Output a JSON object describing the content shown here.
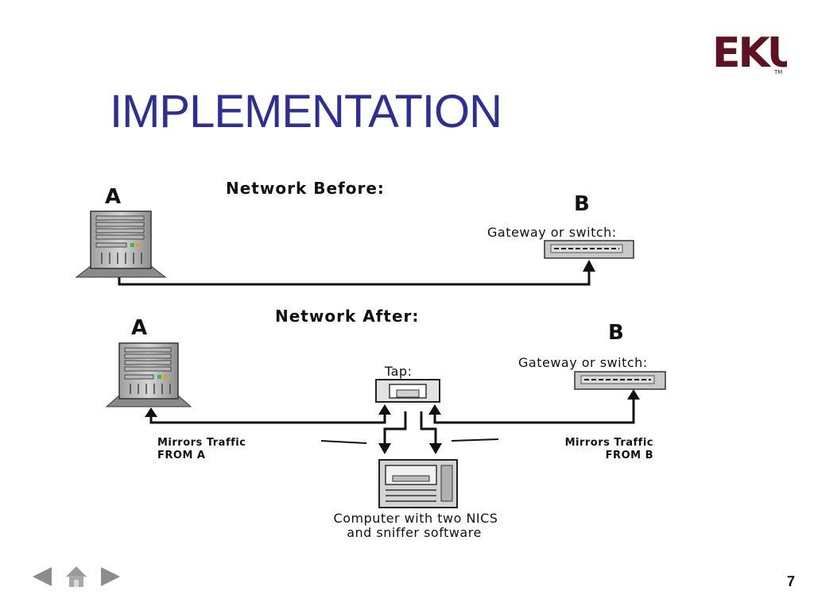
{
  "slide": {
    "title": "IMPLEMENTATION",
    "page_number": "7",
    "logo_text": "EKU",
    "logo_tm": "TM"
  },
  "diagram": {
    "before": {
      "heading": "Network Before:",
      "node_a_label": "A",
      "node_b_label": "B",
      "gateway_label": "Gateway or switch:"
    },
    "after": {
      "heading": "Network After:",
      "node_a_label": "A",
      "node_b_label": "B",
      "gateway_label": "Gateway or switch:",
      "tap_label": "Tap:",
      "mirror_a_line1": "Mirrors Traffic",
      "mirror_a_line2": "FROM A",
      "mirror_b_line1": "Mirrors Traffic",
      "mirror_b_line2": "FROM B",
      "sniffer_line1": "Computer with two NICS",
      "sniffer_line2": "and sniffer software"
    }
  },
  "nav": {
    "previous_icon": "triangle-left-icon",
    "home_icon": "house-icon",
    "next_icon": "triangle-right-icon"
  }
}
